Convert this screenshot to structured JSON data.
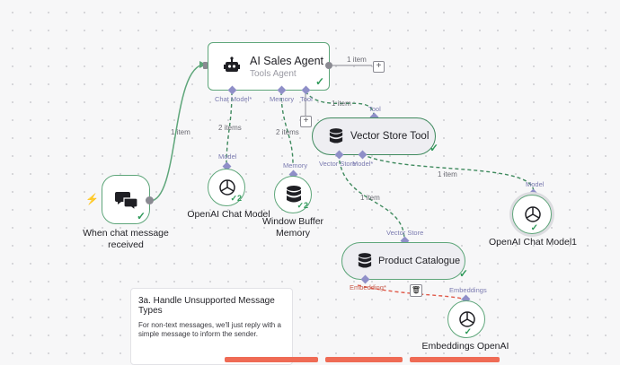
{
  "nodes": {
    "agent": {
      "title": "AI Sales Agent",
      "subtitle": "Tools Agent",
      "ports": {
        "chat_model": "Chat Model*",
        "memory": "Memory",
        "tool": "Tool"
      }
    },
    "trigger": {
      "caption": "When chat message received"
    },
    "openai_chat_model": {
      "caption": "OpenAI Chat Model",
      "badge": "2",
      "port": "Model"
    },
    "window_buffer_memory": {
      "caption": "Window Buffer Memory",
      "badge": "2",
      "port": "Memory"
    },
    "vector_store_tool": {
      "title": "Vector Store Tool",
      "port_in": "Tool",
      "ports": {
        "vector_store": "Vector Store",
        "model": "Model*"
      }
    },
    "openai_chat_model1": {
      "caption": "OpenAI Chat Model1",
      "port": "Model"
    },
    "product_catalogue": {
      "title": "Product Catalogue",
      "port_in": "Vector Store",
      "ports": {
        "embedding": "Embedding*"
      }
    },
    "embeddings_openai": {
      "caption": "Embeddings OpenAI",
      "port": "Embeddings"
    }
  },
  "edges": {
    "trigger_agent": "1 item",
    "agent_out": "1 item",
    "chat_model": "2 items",
    "memory": "2 items",
    "tool": "1 item",
    "vs_model": "1 item",
    "vs_store": "1 item"
  },
  "sticky": {
    "title": "3a. Handle Unsupported Message Types",
    "body": "For non-text messages, we'll just reply with a simple message to inform the sender."
  },
  "icons": {
    "robot": "robot-icon",
    "chat": "chat-bubbles-icon",
    "openai": "openai-icon",
    "database": "database-icon",
    "lightning": "lightning-icon",
    "trash": "trash-icon"
  },
  "colors": {
    "node_border": "#5ea67a",
    "success": "#2f9a5a",
    "port": "#8f8fc8",
    "error_edge": "#e05a4a",
    "trigger_bolt": "#e8563f"
  }
}
